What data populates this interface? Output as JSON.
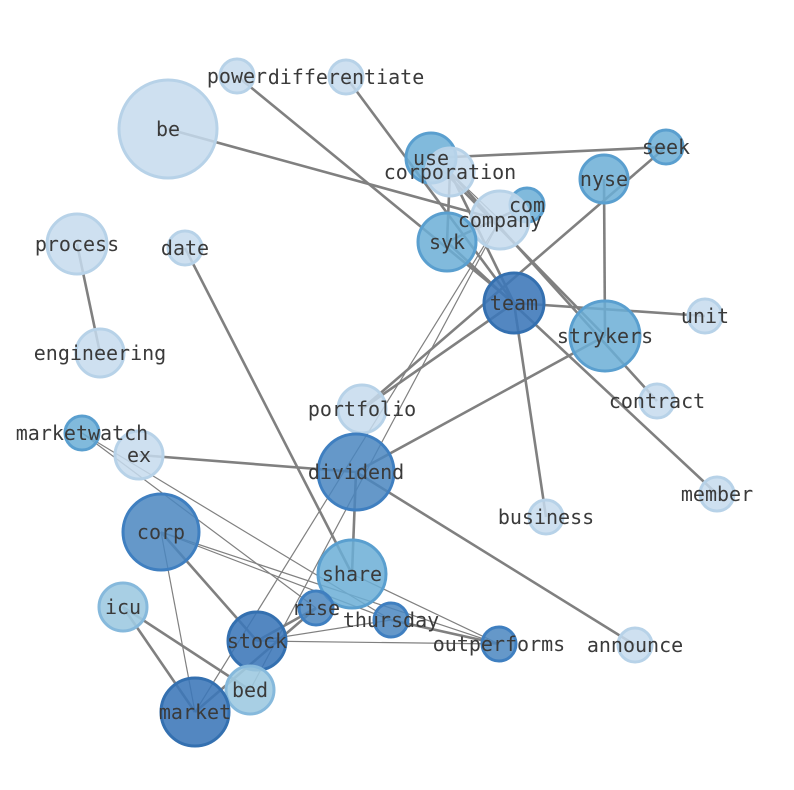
{
  "colors": {
    "edge": "#808080",
    "tier1": "#c6dbed",
    "tier2": "#9ecae1",
    "tier3": "#6baed6",
    "tier4": "#4a86c0",
    "tier5": "#3b76b8"
  },
  "nodes": [
    {
      "id": "power",
      "label": "power",
      "tier": 1
    },
    {
      "id": "differentiate",
      "label": "differentiate",
      "tier": 1
    },
    {
      "id": "be",
      "label": "be",
      "tier": 1
    },
    {
      "id": "use",
      "label": "use",
      "tier": 3
    },
    {
      "id": "corporation",
      "label": "corporation",
      "tier": 1
    },
    {
      "id": "seek",
      "label": "seek",
      "tier": 3
    },
    {
      "id": "nyse",
      "label": "nyse",
      "tier": 3
    },
    {
      "id": "com",
      "label": "com",
      "tier": 3
    },
    {
      "id": "company",
      "label": "company",
      "tier": 1
    },
    {
      "id": "process",
      "label": "process",
      "tier": 1
    },
    {
      "id": "date",
      "label": "date",
      "tier": 1
    },
    {
      "id": "syk",
      "label": "syk",
      "tier": 3
    },
    {
      "id": "team",
      "label": "team",
      "tier": 5
    },
    {
      "id": "unit",
      "label": "unit",
      "tier": 1
    },
    {
      "id": "strykers",
      "label": "strykers",
      "tier": 3
    },
    {
      "id": "engineering",
      "label": "engineering",
      "tier": 1
    },
    {
      "id": "portfolio",
      "label": "portfolio",
      "tier": 1
    },
    {
      "id": "contract",
      "label": "contract",
      "tier": 1
    },
    {
      "id": "marketwatch",
      "label": "marketwatch",
      "tier": 3
    },
    {
      "id": "ex",
      "label": "ex",
      "tier": 1
    },
    {
      "id": "dividend",
      "label": "dividend",
      "tier": 4
    },
    {
      "id": "member",
      "label": "member",
      "tier": 1
    },
    {
      "id": "business",
      "label": "business",
      "tier": 1
    },
    {
      "id": "corp",
      "label": "corp",
      "tier": 4
    },
    {
      "id": "share",
      "label": "share",
      "tier": 3
    },
    {
      "id": "icu",
      "label": "icu",
      "tier": 2
    },
    {
      "id": "rise",
      "label": "rise",
      "tier": 4
    },
    {
      "id": "thursday",
      "label": "thursday",
      "tier": 4
    },
    {
      "id": "stock",
      "label": "stock",
      "tier": 5
    },
    {
      "id": "outperforms",
      "label": "outperforms",
      "tier": 4
    },
    {
      "id": "announce",
      "label": "announce",
      "tier": 1
    },
    {
      "id": "bed",
      "label": "bed",
      "tier": 2
    },
    {
      "id": "market",
      "label": "market",
      "tier": 5
    }
  ],
  "edges": [
    {
      "source": "power",
      "target": "team",
      "weight": "strong"
    },
    {
      "source": "differentiate",
      "target": "team",
      "weight": "strong"
    },
    {
      "source": "be",
      "target": "company",
      "weight": "strong"
    },
    {
      "source": "use",
      "target": "seek",
      "weight": "strong"
    },
    {
      "source": "use",
      "target": "strykers",
      "weight": "strong"
    },
    {
      "source": "corporation",
      "target": "contract",
      "weight": "strong"
    },
    {
      "source": "corporation",
      "target": "team",
      "weight": "strong"
    },
    {
      "source": "corporation",
      "target": "syk",
      "weight": "strong"
    },
    {
      "source": "seek",
      "target": "portfolio",
      "weight": "strong"
    },
    {
      "source": "nyse",
      "target": "strykers",
      "weight": "strong"
    },
    {
      "source": "com",
      "target": "syk",
      "weight": "strong"
    },
    {
      "source": "process",
      "target": "engineering",
      "weight": "strong"
    },
    {
      "source": "date",
      "target": "share",
      "weight": "strong"
    },
    {
      "source": "syk",
      "target": "member",
      "weight": "strong"
    },
    {
      "source": "team",
      "target": "unit",
      "weight": "strong"
    },
    {
      "source": "team",
      "target": "business",
      "weight": "strong"
    },
    {
      "source": "team",
      "target": "portfolio",
      "weight": "strong"
    },
    {
      "source": "strykers",
      "target": "dividend",
      "weight": "strong"
    },
    {
      "source": "ex",
      "target": "dividend",
      "weight": "strong"
    },
    {
      "source": "dividend",
      "target": "share",
      "weight": "strong"
    },
    {
      "source": "dividend",
      "target": "announce",
      "weight": "strong"
    },
    {
      "source": "corp",
      "target": "stock",
      "weight": "strong"
    },
    {
      "source": "icu",
      "target": "market",
      "weight": "strong"
    },
    {
      "source": "icu",
      "target": "bed",
      "weight": "strong"
    },
    {
      "source": "rise",
      "target": "market",
      "weight": "strong"
    },
    {
      "source": "stock",
      "target": "rise",
      "weight": "strong"
    },
    {
      "source": "thursday",
      "target": "outperforms",
      "weight": "strong"
    },
    {
      "source": "marketwatch",
      "target": "rise",
      "weight": "thin"
    },
    {
      "source": "marketwatch",
      "target": "thursday",
      "weight": "thin"
    },
    {
      "source": "corp",
      "target": "market",
      "weight": "thin"
    },
    {
      "source": "corp",
      "target": "thursday",
      "weight": "thin"
    },
    {
      "source": "corp",
      "target": "outperforms",
      "weight": "thin"
    },
    {
      "source": "stock",
      "target": "outperforms",
      "weight": "thin"
    },
    {
      "source": "stock",
      "target": "thursday",
      "weight": "thin"
    },
    {
      "source": "company",
      "target": "bed",
      "weight": "thin"
    },
    {
      "source": "company",
      "target": "market",
      "weight": "thin"
    },
    {
      "source": "share",
      "target": "outperforms",
      "weight": "thin"
    },
    {
      "source": "company",
      "target": "corporation",
      "weight": "thin"
    }
  ]
}
